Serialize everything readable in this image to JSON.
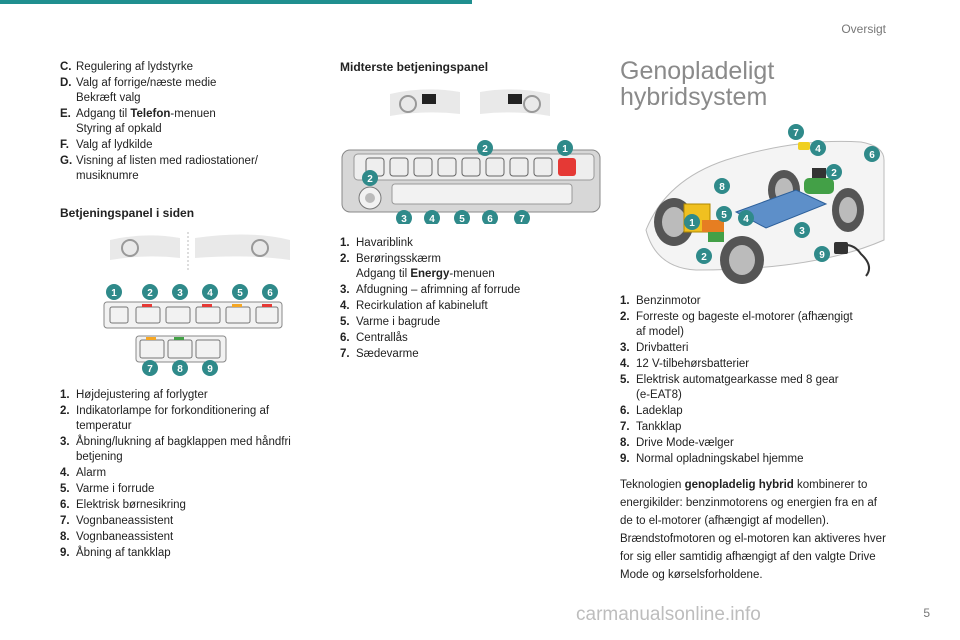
{
  "header": {
    "title": "Oversigt"
  },
  "page_number": "5",
  "watermark": "carmanualsonline.info",
  "col1": {
    "controls": [
      {
        "label": "C.",
        "text": "Regulering af lydstyrke"
      },
      {
        "label": "D.",
        "text": "Valg af forrige/næste medie",
        "text2": "Bekræft valg"
      },
      {
        "label": "E.",
        "text_pre": "Adgang til ",
        "text_bold": "Telefon",
        "text_post": "-menuen",
        "text2": "Styring af opkald"
      },
      {
        "label": "F.",
        "text": "Valg af lydkilde"
      },
      {
        "label": "G.",
        "text": "Visning af listen med radiostationer/",
        "text2": "musiknumre"
      }
    ],
    "side_panel_heading": "Betjeningspanel i siden",
    "side_badges": [
      "1",
      "2",
      "3",
      "4",
      "5",
      "6",
      "7",
      "8",
      "9"
    ],
    "side_list": [
      {
        "num": "1.",
        "text": "Højdejustering af forlygter"
      },
      {
        "num": "2.",
        "text": "Indikatorlampe for forkonditionering af",
        "text2": "temperatur"
      },
      {
        "num": "3.",
        "text": "Åbning/lukning af bagklappen med håndfri",
        "text2": "betjening"
      },
      {
        "num": "4.",
        "text": "Alarm"
      },
      {
        "num": "5.",
        "text": "Varme i forrude"
      },
      {
        "num": "6.",
        "text": "Elektrisk børnesikring"
      },
      {
        "num": "7.",
        "text": "Vognbaneassistent"
      },
      {
        "num": "8.",
        "text": "Vognbaneassistent"
      },
      {
        "num": "9.",
        "text": "Åbning af tankklap"
      }
    ]
  },
  "col2": {
    "heading": "Midterste betjeningspanel",
    "badges": [
      "1",
      "2",
      "2",
      "3",
      "4",
      "5",
      "6",
      "7"
    ],
    "list": [
      {
        "num": "1.",
        "text": "Havariblink"
      },
      {
        "num": "2.",
        "text": "Berøringsskærm",
        "text2_pre": "Adgang til ",
        "text2_bold": "Energy",
        "text2_post": "-menuen"
      },
      {
        "num": "3.",
        "text": "Afdugning – afrimning af forrude"
      },
      {
        "num": "4.",
        "text": "Recirkulation af kabineluft"
      },
      {
        "num": "5.",
        "text": "Varme i bagrude"
      },
      {
        "num": "6.",
        "text": "Centrallås"
      },
      {
        "num": "7.",
        "text": "Sædevarme"
      }
    ]
  },
  "col3": {
    "title_line1": "Genopladeligt",
    "title_line2": "hybridsystem",
    "badges": [
      "1",
      "2",
      "2",
      "3",
      "4",
      "4",
      "5",
      "6",
      "7",
      "8",
      "9"
    ],
    "list": [
      {
        "num": "1.",
        "text": "Benzinmotor"
      },
      {
        "num": "2.",
        "text": "Forreste og bageste el-motorer (afhængigt",
        "text2": "af model)"
      },
      {
        "num": "3.",
        "text": "Drivbatteri"
      },
      {
        "num": "4.",
        "text": "12 V-tilbehørsbatterier"
      },
      {
        "num": "5.",
        "text": "Elektrisk automatgearkasse med 8 gear",
        "text2": "(e-EAT8)"
      },
      {
        "num": "6.",
        "text": "Ladeklap"
      },
      {
        "num": "7.",
        "text": "Tankklap"
      },
      {
        "num": "8.",
        "text": "Drive Mode-vælger"
      },
      {
        "num": "9.",
        "text": "Normal opladningskabel hjemme"
      }
    ],
    "para": {
      "pre": "Teknologien ",
      "bold": "genopladelig hybrid",
      "post": " kombinerer to energikilder: benzinmotorens og energien fra en af de to el-motorer (afhængigt af modellen). Brændstofmotoren og el-motoren kan aktiveres hver for sig eller samtidig afhængigt af den valgte Drive Mode og kørselsforholdene."
    }
  },
  "colors": {
    "accent": "#1f8f8f",
    "badge": "#2f8a8a",
    "title_gray": "#8a8a8a"
  }
}
